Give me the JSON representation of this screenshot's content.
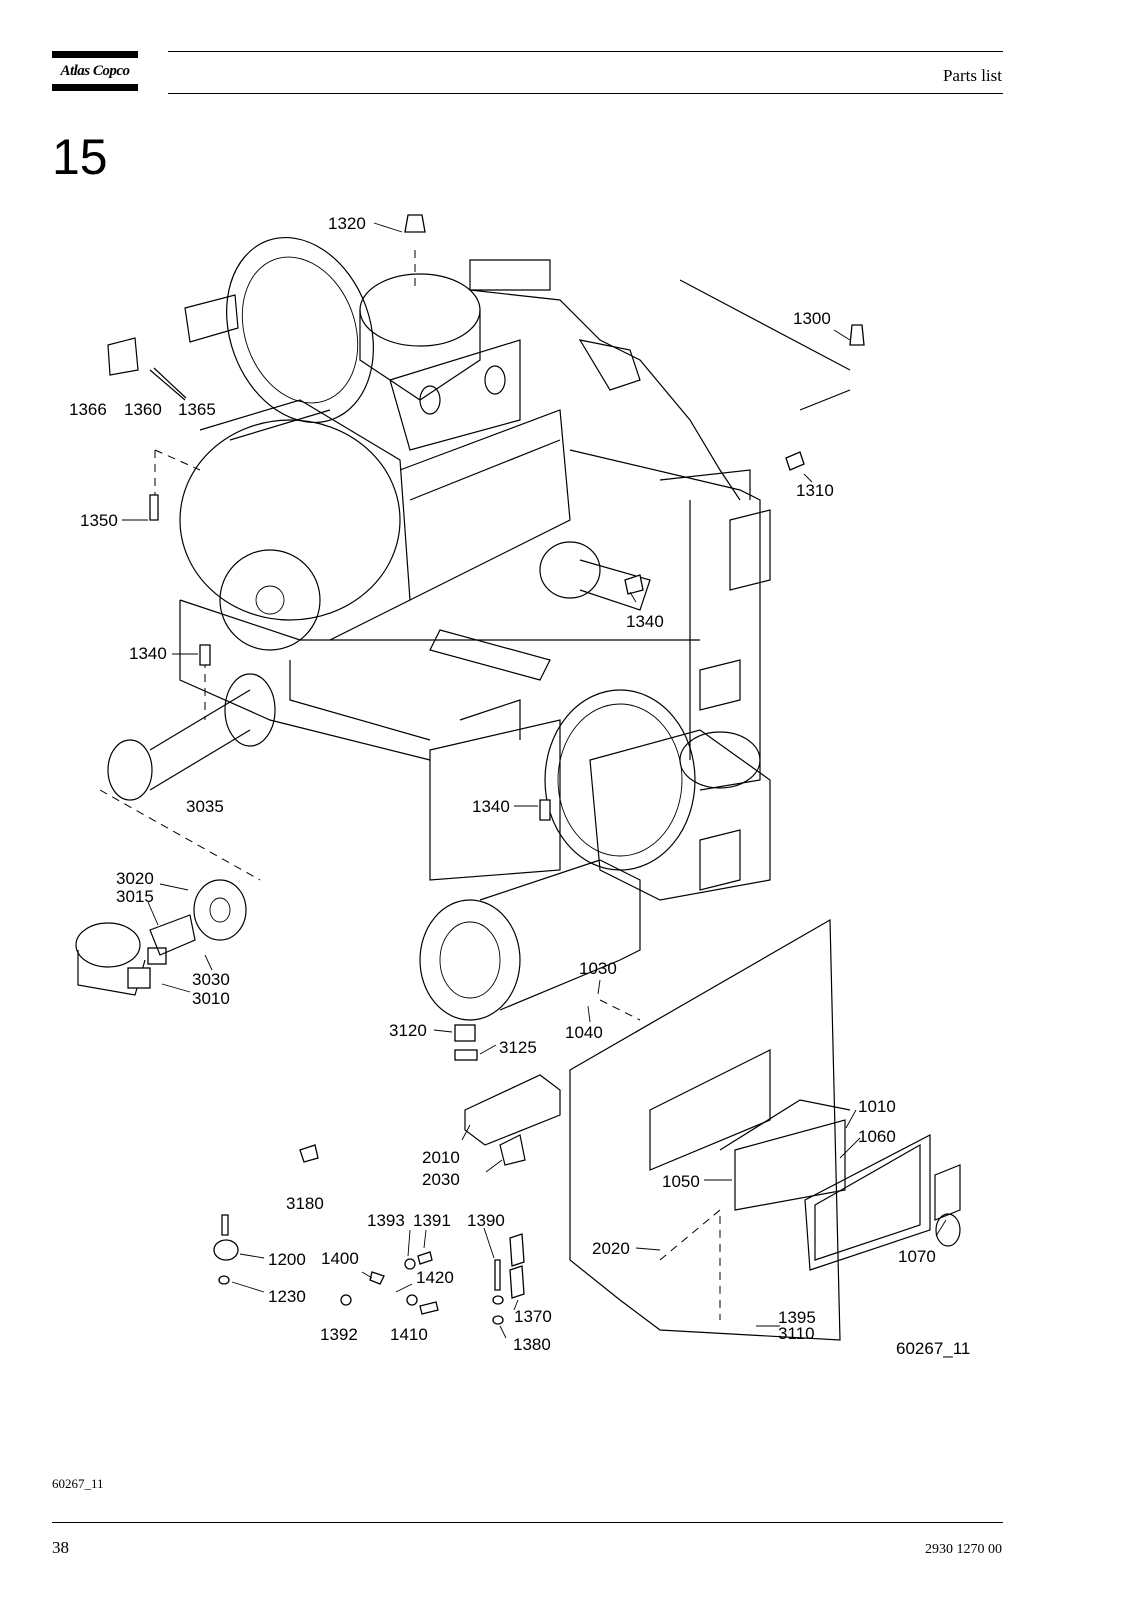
{
  "header": {
    "brand": "Atlas Copco",
    "title": "Parts list"
  },
  "section": "15",
  "drawing": {
    "callouts": [
      {
        "id": "c1320",
        "text": "1320"
      },
      {
        "id": "c1300",
        "text": "1300"
      },
      {
        "id": "c1366",
        "text": "1366"
      },
      {
        "id": "c1360",
        "text": "1360"
      },
      {
        "id": "c1365",
        "text": "1365"
      },
      {
        "id": "c1310",
        "text": "1310"
      },
      {
        "id": "c1350",
        "text": "1350"
      },
      {
        "id": "c1340a",
        "text": "1340"
      },
      {
        "id": "c1340b",
        "text": "1340"
      },
      {
        "id": "c1340c",
        "text": "1340"
      },
      {
        "id": "c3035",
        "text": "3035"
      },
      {
        "id": "c3020",
        "text": "3020"
      },
      {
        "id": "c3015",
        "text": "3015"
      },
      {
        "id": "c3030",
        "text": "3030"
      },
      {
        "id": "c3010",
        "text": "3010"
      },
      {
        "id": "c1030",
        "text": "1030"
      },
      {
        "id": "c1040",
        "text": "1040"
      },
      {
        "id": "c3120",
        "text": "3120"
      },
      {
        "id": "c3125",
        "text": "3125"
      },
      {
        "id": "c1010",
        "text": "1010"
      },
      {
        "id": "c1060",
        "text": "1060"
      },
      {
        "id": "c2010",
        "text": "2010"
      },
      {
        "id": "c2030",
        "text": "2030"
      },
      {
        "id": "c1050",
        "text": "1050"
      },
      {
        "id": "c3180",
        "text": "3180"
      },
      {
        "id": "c1393",
        "text": "1393"
      },
      {
        "id": "c1391",
        "text": "1391"
      },
      {
        "id": "c1390",
        "text": "1390"
      },
      {
        "id": "c2020",
        "text": "2020"
      },
      {
        "id": "c1070",
        "text": "1070"
      },
      {
        "id": "c1200",
        "text": "1200"
      },
      {
        "id": "c1400",
        "text": "1400"
      },
      {
        "id": "c1420",
        "text": "1420"
      },
      {
        "id": "c1230",
        "text": "1230"
      },
      {
        "id": "c1370",
        "text": "1370"
      },
      {
        "id": "c1395",
        "text": "1395"
      },
      {
        "id": "c3110",
        "text": "3110"
      },
      {
        "id": "c1392",
        "text": "1392"
      },
      {
        "id": "c1410",
        "text": "1410"
      },
      {
        "id": "c1380",
        "text": "1380"
      },
      {
        "id": "cref",
        "text": "60267_11"
      }
    ]
  },
  "footer": {
    "figure_ref": "60267_11",
    "page": "38",
    "doc_number": "2930 1270 00"
  }
}
